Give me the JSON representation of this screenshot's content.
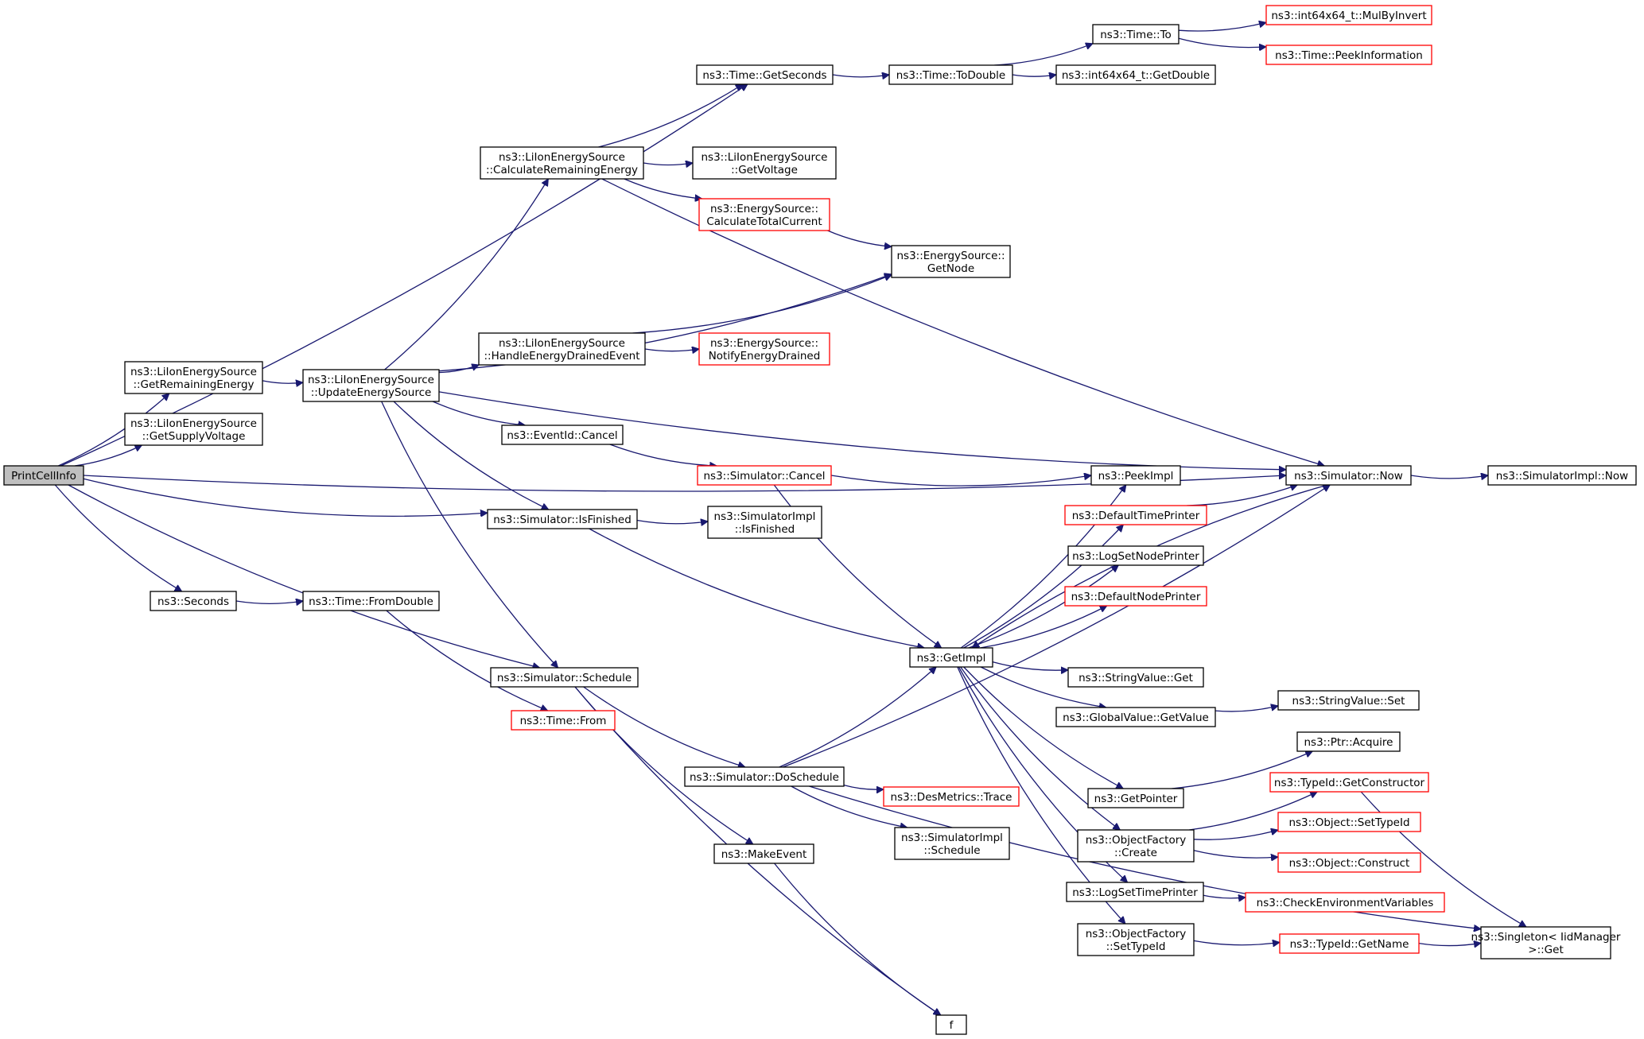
{
  "diagram": {
    "type": "call-graph",
    "edge_color": "#191970",
    "node_border_default": "#000000",
    "node_border_unresolved": "#ff0000",
    "root_fill": "#bfbfbf",
    "nodes": [
      {
        "id": "print",
        "lines": [
          "PrintCellInfo"
        ],
        "root": true
      },
      {
        "id": "getrem",
        "lines": [
          "ns3::LiIonEnergySource",
          "::GetRemainingEnergy"
        ]
      },
      {
        "id": "getsup",
        "lines": [
          "ns3::LiIonEnergySource",
          "::GetSupplyVoltage"
        ]
      },
      {
        "id": "secs",
        "lines": [
          "ns3::Seconds"
        ]
      },
      {
        "id": "upd",
        "lines": [
          "ns3::LiIonEnergySource",
          "::UpdateEnergySource"
        ]
      },
      {
        "id": "fromd",
        "lines": [
          "ns3::Time::FromDouble"
        ]
      },
      {
        "id": "calcrem",
        "lines": [
          "ns3::LiIonEnergySource",
          "::CalculateRemainingEnergy"
        ]
      },
      {
        "id": "handle",
        "lines": [
          "ns3::LiIonEnergySource",
          "::HandleEnergyDrainedEvent"
        ]
      },
      {
        "id": "evcancel",
        "lines": [
          "ns3::EventId::Cancel"
        ]
      },
      {
        "id": "isfin",
        "lines": [
          "ns3::Simulator::IsFinished"
        ]
      },
      {
        "id": "sched",
        "lines": [
          "ns3::Simulator::Schedule"
        ]
      },
      {
        "id": "tfrom",
        "lines": [
          "ns3::Time::From"
        ],
        "red": true
      },
      {
        "id": "getsec",
        "lines": [
          "ns3::Time::GetSeconds"
        ]
      },
      {
        "id": "getvolt",
        "lines": [
          "ns3::LiIonEnergySource",
          "::GetVoltage"
        ]
      },
      {
        "id": "calctot",
        "lines": [
          "ns3::EnergySource::",
          "CalculateTotalCurrent"
        ],
        "red": true
      },
      {
        "id": "notify",
        "lines": [
          "ns3::EnergySource::",
          "NotifyEnergyDrained"
        ],
        "red": true
      },
      {
        "id": "simcancel",
        "lines": [
          "ns3::Simulator::Cancel"
        ],
        "red": true
      },
      {
        "id": "implfin",
        "lines": [
          "ns3::SimulatorImpl",
          "::IsFinished"
        ]
      },
      {
        "id": "dosched",
        "lines": [
          "ns3::Simulator::DoSchedule"
        ]
      },
      {
        "id": "makeev",
        "lines": [
          "ns3::MakeEvent"
        ]
      },
      {
        "id": "todouble",
        "lines": [
          "ns3::Time::ToDouble"
        ]
      },
      {
        "id": "getnode",
        "lines": [
          "ns3::EnergySource::",
          "GetNode"
        ]
      },
      {
        "id": "getimpl",
        "lines": [
          "ns3::GetImpl"
        ]
      },
      {
        "id": "trace",
        "lines": [
          "ns3::DesMetrics::Trace"
        ],
        "red": true
      },
      {
        "id": "implsched",
        "lines": [
          "ns3::SimulatorImpl",
          "::Schedule"
        ]
      },
      {
        "id": "f",
        "lines": [
          "f"
        ]
      },
      {
        "id": "timeto",
        "lines": [
          "ns3::Time::To"
        ]
      },
      {
        "id": "i64get",
        "lines": [
          "ns3::int64x64_t::GetDouble"
        ]
      },
      {
        "id": "peekimpl",
        "lines": [
          "ns3::PeekImpl"
        ]
      },
      {
        "id": "deftp",
        "lines": [
          "ns3::DefaultTimePrinter"
        ],
        "red": true
      },
      {
        "id": "logsetnp",
        "lines": [
          "ns3::LogSetNodePrinter"
        ]
      },
      {
        "id": "defnp",
        "lines": [
          "ns3::DefaultNodePrinter"
        ],
        "red": true
      },
      {
        "id": "svget",
        "lines": [
          "ns3::StringValue::Get"
        ]
      },
      {
        "id": "gvget",
        "lines": [
          "ns3::GlobalValue::GetValue"
        ]
      },
      {
        "id": "getptr",
        "lines": [
          "ns3::GetPointer"
        ]
      },
      {
        "id": "ofcreate",
        "lines": [
          "ns3::ObjectFactory",
          "::Create"
        ]
      },
      {
        "id": "logsettp",
        "lines": [
          "ns3::LogSetTimePrinter"
        ]
      },
      {
        "id": "ofsettid",
        "lines": [
          "ns3::ObjectFactory",
          "::SetTypeId"
        ]
      },
      {
        "id": "mulby",
        "lines": [
          "ns3::int64x64_t::MulByInvert"
        ],
        "red": true
      },
      {
        "id": "peekinfo",
        "lines": [
          "ns3::Time::PeekInformation"
        ],
        "red": true
      },
      {
        "id": "simnow",
        "lines": [
          "ns3::Simulator::Now"
        ]
      },
      {
        "id": "svset",
        "lines": [
          "ns3::StringValue::Set"
        ]
      },
      {
        "id": "ptracq",
        "lines": [
          "ns3::Ptr::Acquire"
        ]
      },
      {
        "id": "getctor",
        "lines": [
          "ns3::TypeId::GetConstructor"
        ],
        "red": true
      },
      {
        "id": "objsettid",
        "lines": [
          "ns3::Object::SetTypeId"
        ],
        "red": true
      },
      {
        "id": "objconst",
        "lines": [
          "ns3::Object::Construct"
        ],
        "red": true
      },
      {
        "id": "checkenv",
        "lines": [
          "ns3::CheckEnvironmentVariables"
        ],
        "red": true
      },
      {
        "id": "tidname",
        "lines": [
          "ns3::TypeId::GetName"
        ],
        "red": true
      },
      {
        "id": "implnow",
        "lines": [
          "ns3::SimulatorImpl::Now"
        ]
      },
      {
        "id": "singleton",
        "lines": [
          "ns3::Singleton< IidManager",
          ">::Get"
        ]
      }
    ],
    "edges": [
      [
        "print",
        "getsec"
      ],
      [
        "print",
        "getrem"
      ],
      [
        "print",
        "getsup"
      ],
      [
        "print",
        "simnow"
      ],
      [
        "print",
        "isfin"
      ],
      [
        "print",
        "sched"
      ],
      [
        "print",
        "secs"
      ],
      [
        "getrem",
        "upd"
      ],
      [
        "secs",
        "fromd"
      ],
      [
        "fromd",
        "tfrom"
      ],
      [
        "upd",
        "calcrem"
      ],
      [
        "upd",
        "getnode"
      ],
      [
        "upd",
        "handle"
      ],
      [
        "upd",
        "simnow"
      ],
      [
        "upd",
        "evcancel"
      ],
      [
        "upd",
        "isfin"
      ],
      [
        "upd",
        "sched"
      ],
      [
        "calcrem",
        "getsec"
      ],
      [
        "calcrem",
        "simnow"
      ],
      [
        "calcrem",
        "getvolt"
      ],
      [
        "calcrem",
        "calctot"
      ],
      [
        "calctot",
        "getnode"
      ],
      [
        "handle",
        "getnode"
      ],
      [
        "handle",
        "notify"
      ],
      [
        "evcancel",
        "simcancel"
      ],
      [
        "simcancel",
        "peekimpl"
      ],
      [
        "simcancel",
        "getimpl"
      ],
      [
        "isfin",
        "implfin"
      ],
      [
        "isfin",
        "getimpl"
      ],
      [
        "sched",
        "dosched"
      ],
      [
        "sched",
        "makeev"
      ],
      [
        "sched",
        "f"
      ],
      [
        "dosched",
        "getimpl"
      ],
      [
        "dosched",
        "simnow"
      ],
      [
        "dosched",
        "trace"
      ],
      [
        "dosched",
        "implsched"
      ],
      [
        "dosched",
        "singleton"
      ],
      [
        "makeev",
        "f"
      ],
      [
        "getsec",
        "todouble"
      ],
      [
        "todouble",
        "timeto"
      ],
      [
        "todouble",
        "i64get"
      ],
      [
        "timeto",
        "mulby"
      ],
      [
        "timeto",
        "peekinfo"
      ],
      [
        "getimpl",
        "peekimpl"
      ],
      [
        "getimpl",
        "deftp"
      ],
      [
        "getimpl",
        "logsetnp"
      ],
      [
        "getimpl",
        "defnp"
      ],
      [
        "getimpl",
        "svget"
      ],
      [
        "getimpl",
        "gvget"
      ],
      [
        "getimpl",
        "getptr"
      ],
      [
        "getimpl",
        "ofcreate"
      ],
      [
        "getimpl",
        "logsettp"
      ],
      [
        "getimpl",
        "ofsettid"
      ],
      [
        "deftp",
        "simnow"
      ],
      [
        "simnow",
        "getimpl"
      ],
      [
        "simnow",
        "implnow"
      ],
      [
        "gvget",
        "svset"
      ],
      [
        "getptr",
        "ptracq"
      ],
      [
        "ofcreate",
        "getctor"
      ],
      [
        "ofcreate",
        "objsettid"
      ],
      [
        "ofcreate",
        "objconst"
      ],
      [
        "logsettp",
        "checkenv"
      ],
      [
        "ofsettid",
        "tidname"
      ],
      [
        "tidname",
        "singleton"
      ],
      [
        "getctor",
        "singleton"
      ]
    ]
  }
}
